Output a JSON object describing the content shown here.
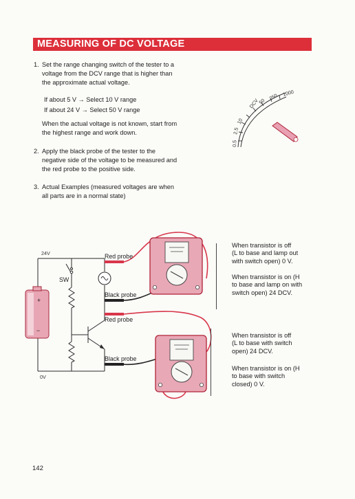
{
  "header": {
    "title": "MEASURING OF DC VOLTAGE"
  },
  "steps": [
    {
      "number": "1.",
      "lines": [
        "Set the range changing switch of the tester to a",
        "voltage from the DCV range that is higher than",
        "the approximate actual voltage."
      ],
      "examples": [
        "If about   5 V → Select 10 V range",
        "If about 24 V → Select 50 V range"
      ],
      "extra_lines": [
        "When the actual voltage is not known, start from",
        "the highest range and work down."
      ]
    },
    {
      "number": "2.",
      "lines": [
        "Apply the black probe of the tester to the",
        "negative side of the voltage to be measured and",
        "the red probe to the positive side."
      ]
    },
    {
      "number": "3.",
      "lines": [
        "Actual Examples (measured voltages are when",
        "all parts are in a normal state)"
      ]
    }
  ],
  "dial": {
    "range_label": "DCV",
    "scale": [
      "0.5",
      "2.5",
      "10",
      "50",
      "250",
      "1000"
    ]
  },
  "diagram": {
    "supply_label": "24V",
    "ground_label": "0V",
    "switch_label": "SW",
    "battery_plus": "+",
    "battery_minus": "−",
    "probes": [
      "Red probe",
      "Black probe",
      "Red probe",
      "Black probe"
    ]
  },
  "notes": {
    "top": [
      [
        "When transistor is off",
        "(L to base and lamp out",
        "with switch open) 0 V."
      ],
      [
        "When transistor is on (H",
        "to base and lamp on with",
        "switch open) 24 DCV."
      ]
    ],
    "bottom": [
      [
        "When transistor is off",
        "(L to base with switch",
        "open) 24 DCV."
      ],
      [
        "When transistor is on (H",
        "to base with switch",
        "closed) 0 V."
      ]
    ]
  },
  "colors": {
    "banner": "#dc2f3a",
    "wire_red": "#d8364a",
    "meter_body": "#e9a8b6",
    "meter_outline": "#b02236"
  },
  "page_number": "142"
}
